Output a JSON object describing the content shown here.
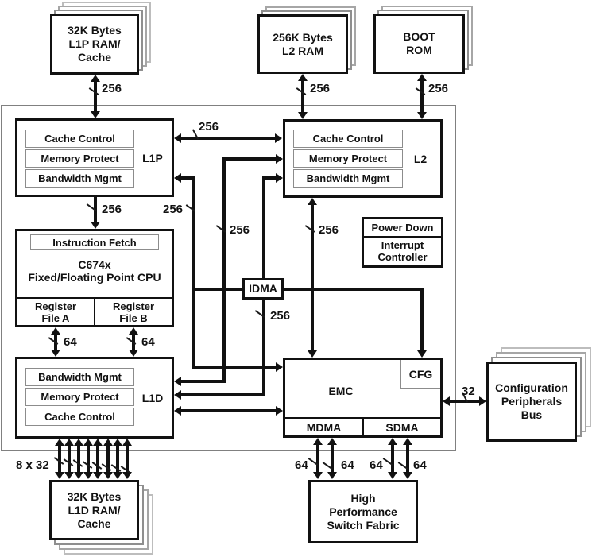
{
  "diagram": {
    "stacks": {
      "l1p_ram": [
        "32K Bytes",
        "L1P RAM/",
        "Cache"
      ],
      "l2_ram": [
        "256K Bytes",
        "L2 RAM"
      ],
      "boot_rom": [
        "BOOT",
        "ROM"
      ],
      "config_bus": [
        "Configuration",
        "Peripherals",
        "Bus"
      ],
      "l1d_ram": [
        "32K Bytes",
        "L1D RAM/",
        "Cache"
      ]
    },
    "blocks": {
      "l1p": {
        "label": "L1P",
        "rows": [
          "Cache Control",
          "Memory Protect",
          "Bandwidth Mgmt"
        ]
      },
      "l2": {
        "label": "L2",
        "rows": [
          "Cache Control",
          "Memory Protect",
          "Bandwidth Mgmt"
        ]
      },
      "cpu": {
        "fetch": "Instruction Fetch",
        "title": [
          "C674x",
          "Fixed/Floating Point CPU"
        ],
        "reg_a": [
          "Register",
          "File A"
        ],
        "reg_b": [
          "Register",
          "File B"
        ]
      },
      "power": {
        "row1": "Power Down",
        "row2": [
          "Interrupt",
          "Controller"
        ]
      },
      "idma": {
        "label": "IDMA"
      },
      "l1d": {
        "label": "L1D",
        "rows": [
          "Bandwidth Mgmt",
          "Memory Protect",
          "Cache Control"
        ]
      },
      "emc": {
        "label": "EMC",
        "cfg": "CFG",
        "mdma": "MDMA",
        "sdma": "SDMA"
      },
      "switch_fabric": [
        "High",
        "Performance",
        "Switch Fabric"
      ]
    },
    "bus_labels": {
      "l1p_ram": "256",
      "l2_ram": "256",
      "boot_rom": "256",
      "l1p_l2": "256",
      "fetch": "256",
      "l1p_emc": "256",
      "l2_l1d_a": "256",
      "l2_l1d_b": "256",
      "l2_emc": "256",
      "reg_a": "64",
      "reg_b": "64",
      "l1d_ram": "8 x 32",
      "mdma_a": "64",
      "mdma_b": "64",
      "sdma_a": "64",
      "sdma_b": "64",
      "config": "32"
    },
    "colors": {
      "line": "#111111",
      "container_border": "#808080",
      "inner_border": "#8c8c8c",
      "page_gray_near": "#8f8f8f",
      "page_gray_mid": "#a6a6a6",
      "page_gray_far": "#bdbdbd",
      "background": "#ffffff"
    }
  }
}
